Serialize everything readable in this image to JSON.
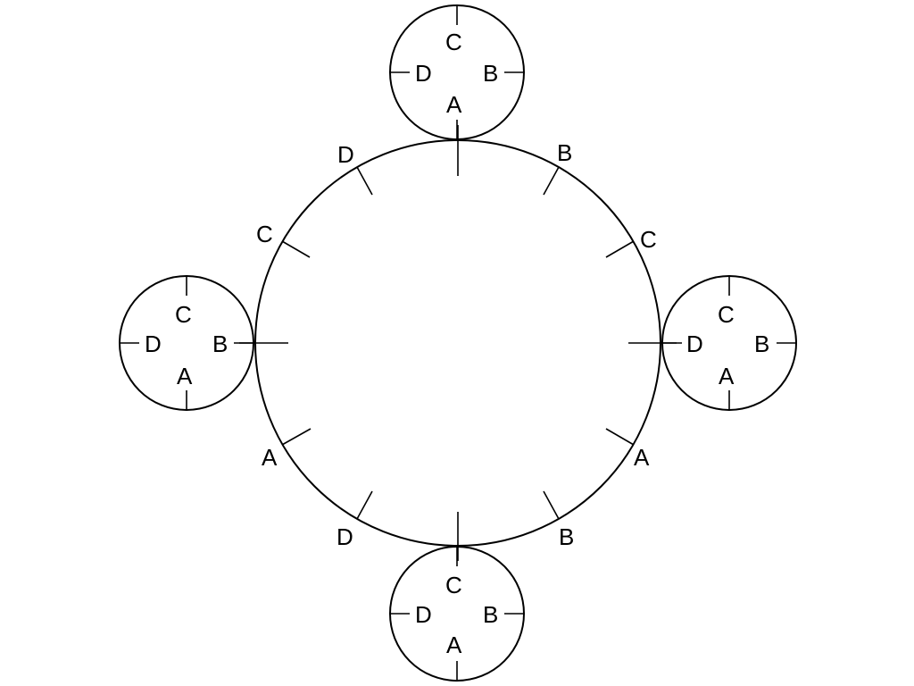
{
  "diagram": {
    "stroke_color": "#000000",
    "background": "#ffffff",
    "big_circle": {
      "labels": {
        "top_left_D": "D",
        "top_right_B": "B",
        "upper_left_C": "C",
        "upper_right_C": "C",
        "lower_left_A": "A",
        "lower_right_A": "A",
        "bottom_left_D": "D",
        "bottom_right_B": "B"
      }
    },
    "small_circles": {
      "top": {
        "up": "C",
        "right": "B",
        "down": "A",
        "left": "D"
      },
      "left": {
        "up": "C",
        "right": "B",
        "down": "A",
        "left": "D"
      },
      "right": {
        "up": "C",
        "right": "B",
        "down": "A",
        "left": "D"
      },
      "bottom": {
        "up": "C",
        "right": "B",
        "down": "A",
        "left": "D"
      }
    }
  }
}
